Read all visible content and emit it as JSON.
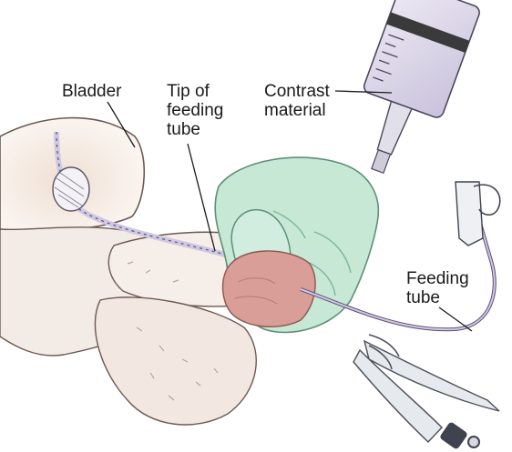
{
  "labels": {
    "bladder": [
      "Bladder"
    ],
    "tip_of_feeding_tube": [
      "Tip of",
      "feeding",
      "tube"
    ],
    "contrast_material": [
      "Contrast",
      "material"
    ],
    "feeding_tube": [
      "Feeding",
      "tube"
    ]
  },
  "colors": {
    "skin": "#f4ebe4",
    "skin_shadow": "#e2cfc2",
    "glove": "#c2e6d2",
    "glove_shadow": "#9fcfb6",
    "gauze": "#d79a93",
    "syringe_barrel": "#d9d4e6",
    "syringe_band": "#3a3a3a",
    "tube": "#cfc8e2",
    "outline": "#3a3a3a"
  }
}
